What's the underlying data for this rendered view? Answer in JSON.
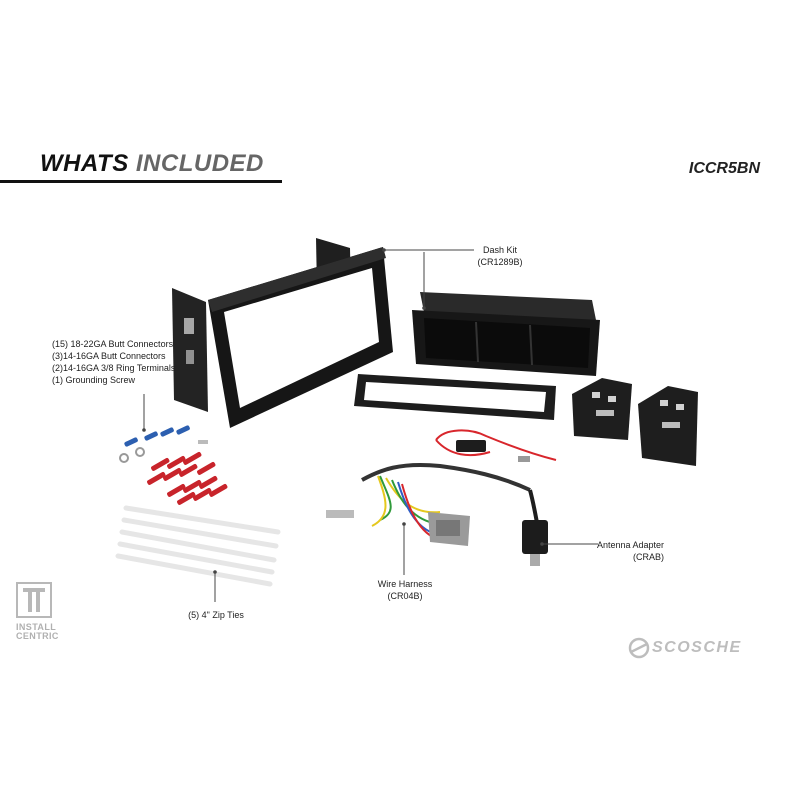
{
  "header": {
    "title_part1": "WHATS",
    "title_part2": "INCLUDED",
    "model": "ICCR5BN"
  },
  "callouts": {
    "dash_kit": {
      "name": "Dash Kit",
      "code": "(CR1289B)"
    },
    "connectors": {
      "lines": [
        "(15) 18-22GA Butt Connectors",
        "(3)14-16GA Butt Connectors",
        "(2)14-16GA 3/8 Ring Terminals",
        "(1) Grounding Screw"
      ]
    },
    "zip_ties": {
      "text": "(5) 4\" Zip Ties"
    },
    "wire_harness": {
      "name": "Wire Harness",
      "code": "(CR04B)"
    },
    "antenna": {
      "name": "Antenna Adapter",
      "code": "(CRAB)"
    }
  },
  "branding": {
    "installcentric_line1": "INSTALL",
    "installcentric_line2": "CENTRIC",
    "scosche": "SCOSCHE"
  },
  "colors": {
    "part_black": "#1c1c1c",
    "butt_red": "#c8242b",
    "butt_blue": "#2c5fb0",
    "wire_red": "#d8262c",
    "wire_yellow": "#e5c81e",
    "wire_green": "#2f9a3a",
    "wire_blue": "#2f5cc4",
    "connector_gray": "#9a9a9a",
    "zip_white": "#f2f2f2",
    "brand_gray": "#b8b8b8"
  }
}
